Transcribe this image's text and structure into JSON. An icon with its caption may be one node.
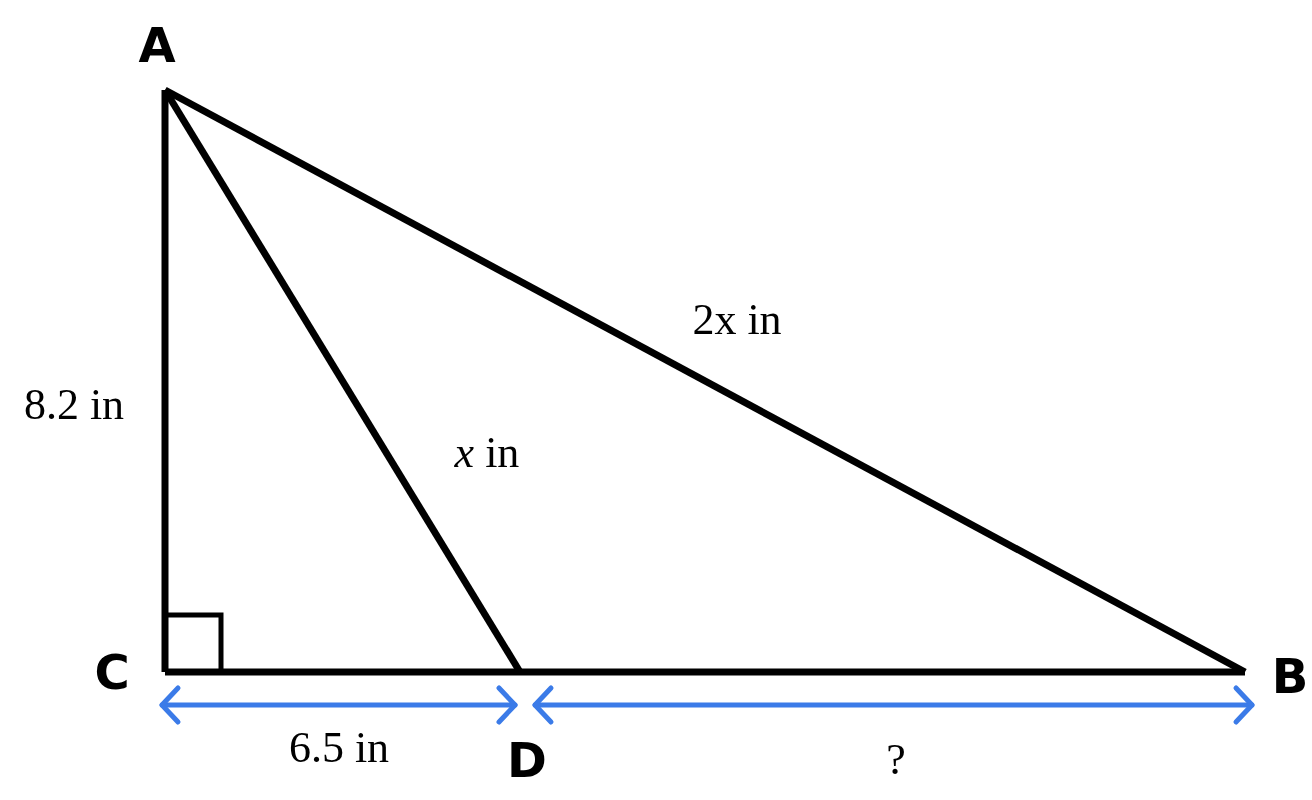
{
  "diagram": {
    "nodes": [
      {
        "text": [
          "A"
        ]
      },
      {
        "text": [
          "C"
        ]
      },
      {
        "text": [
          "D"
        ]
      },
      {
        "text": [
          "B"
        ]
      }
    ],
    "edges": [
      {
        "from": 0,
        "to": 1,
        "arrow": "none",
        "label": "8.2 in"
      },
      {
        "from": 0,
        "to": 2,
        "arrow": "none",
        "label": "*x* in"
      },
      {
        "from": 0,
        "to": 3,
        "arrow": "none",
        "label": "2x in"
      },
      {
        "from": 1,
        "to": 2,
        "arrow": "none"
      },
      {
        "from": 2,
        "to": 3,
        "arrow": "none"
      }
    ],
    "labels": [
      "6.5 in",
      "?"
    ]
  }
}
